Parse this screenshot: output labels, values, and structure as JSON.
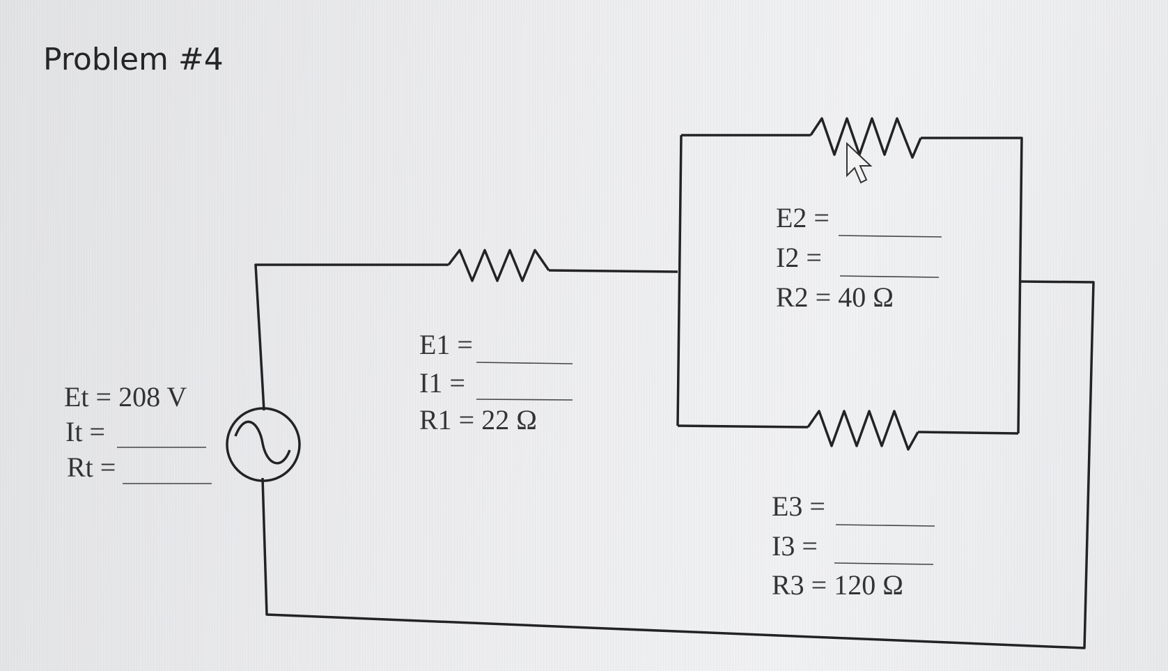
{
  "title": "Problem #4",
  "source": {
    "et": "Et = 208 V",
    "it": "It =",
    "rt": "Rt ="
  },
  "r1": {
    "e": "E1 =",
    "i": "I1 =",
    "r": "R1 = 22 Ω"
  },
  "r2": {
    "e": "E2 =",
    "i": "I2 =",
    "r": "R2 = 40 Ω"
  },
  "r3": {
    "e": "E3 =",
    "i": "I3 =",
    "r": "R3 = 120 Ω"
  },
  "colors": {
    "line": "#232325",
    "text": "#333333",
    "background": "#ebecee"
  }
}
